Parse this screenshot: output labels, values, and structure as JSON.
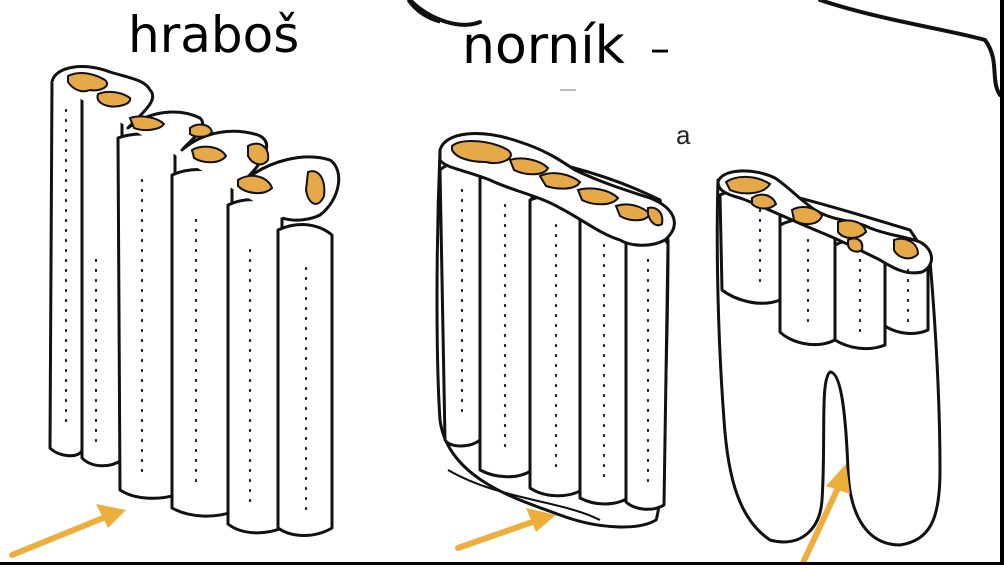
{
  "labels": {
    "left": "hraboš",
    "middle": "norník",
    "dash": "–",
    "panel_mark": "a"
  },
  "colors": {
    "enamel": "#e6a948",
    "arrow": "#eeae3c",
    "outline": "#111111",
    "background": "#ffffff"
  }
}
